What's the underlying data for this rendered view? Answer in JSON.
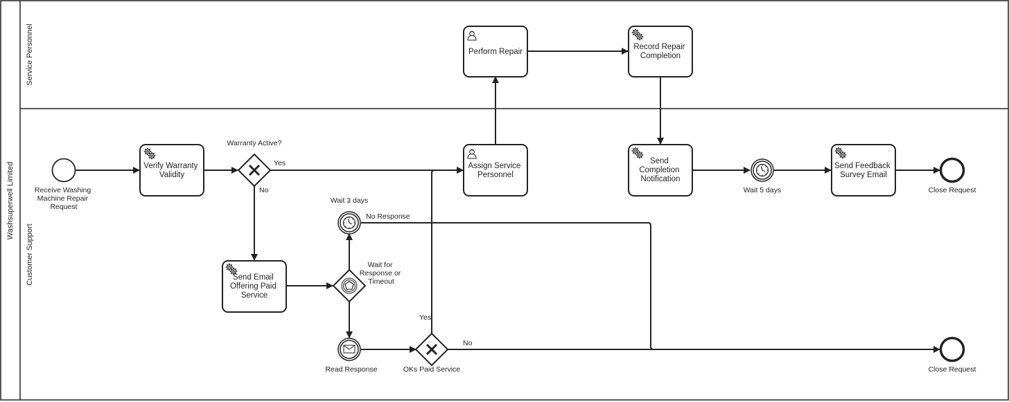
{
  "pool": {
    "title": "Washsuperwell Limited"
  },
  "lanes": {
    "service": "Service Personnel",
    "support": "Customer Support"
  },
  "events": {
    "start": "Receive Washing Machine Repair Request",
    "wait_3_days": "Wait 3 days",
    "read_response": "Read Response",
    "wait_5_days": "Wait 5 days",
    "close_request_top": "Close Request",
    "close_request_bottom": "Close Request"
  },
  "tasks": {
    "verify_warranty": "Verify Warranty Validity",
    "send_email_paid": "Send Email Offering Paid Service",
    "assign_personnel": "Assign Service Personnel",
    "perform_repair": "Perform Repair",
    "record_completion": "Record Repair Completion",
    "send_completion": "Send Completion Notification",
    "send_feedback": "Send Feedback Survey Email"
  },
  "gateways": {
    "warranty_active": "Warranty Active?",
    "wait_response": "Wait for Response or Timeout",
    "oks_paid": "OKs Paid Service"
  },
  "flow_labels": {
    "yes_warranty": "Yes",
    "no_warranty": "No",
    "no_response": "No Response",
    "yes_paid": "Yes",
    "no_paid": "No"
  }
}
